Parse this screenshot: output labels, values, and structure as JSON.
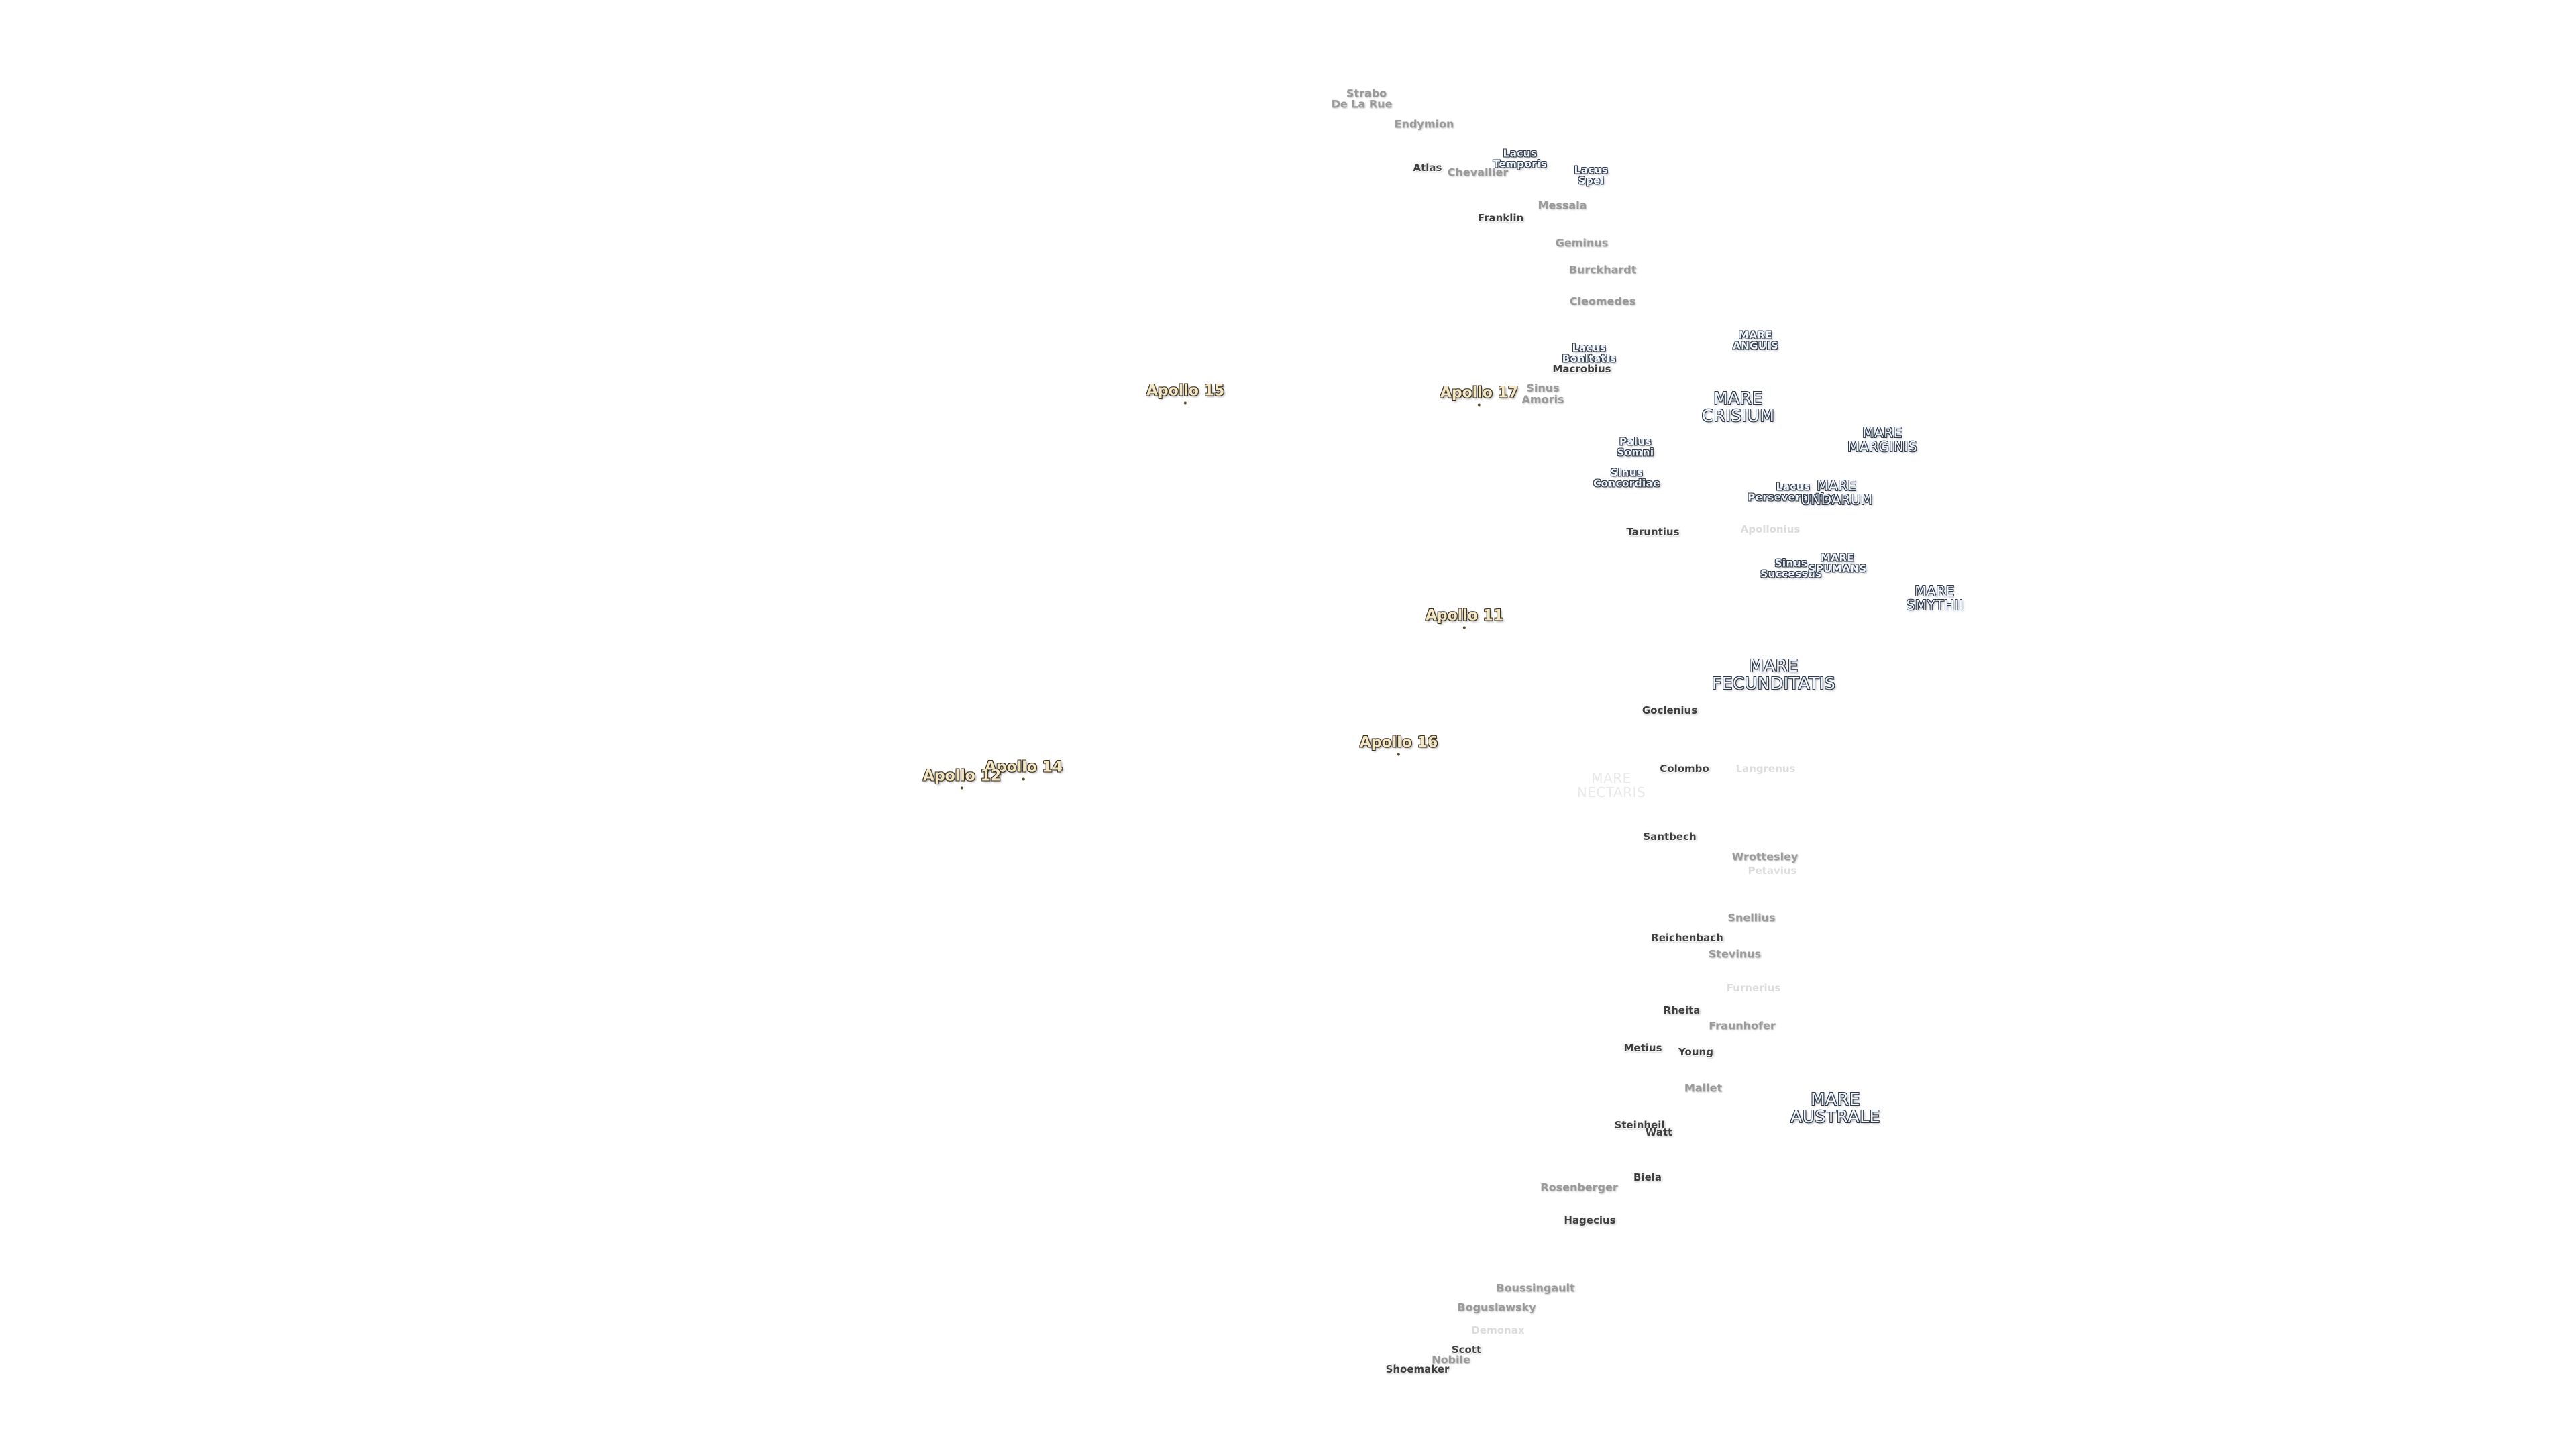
{
  "labels": [
    {
      "id": "strabo",
      "text": "Strabo",
      "kind": "crater",
      "style": "far"
    },
    {
      "id": "de-la-rue",
      "text": "De La Rue",
      "kind": "crater",
      "style": "far"
    },
    {
      "id": "endymion",
      "text": "Endymion",
      "kind": "crater",
      "style": "far"
    },
    {
      "id": "atlas",
      "text": "Atlas",
      "kind": "crater",
      "style": "near"
    },
    {
      "id": "chevallier",
      "text": "Chevallier",
      "kind": "crater",
      "style": "far"
    },
    {
      "id": "lacus-temporis",
      "text": "Lacus\nTemporis",
      "kind": "mare",
      "style": "small"
    },
    {
      "id": "lacus-spei",
      "text": "Lacus\nSpei",
      "kind": "mare",
      "style": "small"
    },
    {
      "id": "messala",
      "text": "Messala",
      "kind": "crater",
      "style": "far"
    },
    {
      "id": "franklin",
      "text": "Franklin",
      "kind": "crater",
      "style": "near"
    },
    {
      "id": "geminus",
      "text": "Geminus",
      "kind": "crater",
      "style": "far"
    },
    {
      "id": "burckhardt",
      "text": "Burckhardt",
      "kind": "crater",
      "style": "far"
    },
    {
      "id": "cleomedes",
      "text": "Cleomedes",
      "kind": "crater",
      "style": "far"
    },
    {
      "id": "mare-anguis",
      "text": "MARE\nANGUIS",
      "kind": "mare",
      "style": "small"
    },
    {
      "id": "lacus-bonitatis",
      "text": "Lacus\nBonitatis",
      "kind": "mare",
      "style": "small"
    },
    {
      "id": "macrobius",
      "text": "Macrobius",
      "kind": "crater",
      "style": "near"
    },
    {
      "id": "apollo-15",
      "text": "Apollo 15",
      "kind": "apollo"
    },
    {
      "id": "apollo-17",
      "text": "Apollo 17",
      "kind": "apollo"
    },
    {
      "id": "sinus-amoris",
      "text": "Sinus\nAmoris",
      "kind": "crater",
      "style": "far"
    },
    {
      "id": "mare-crisium",
      "text": "MARE\nCRISIUM",
      "kind": "mare",
      "style": "large"
    },
    {
      "id": "mare-marginis",
      "text": "MARE\nMARGINIS",
      "kind": "mare",
      "style": "medium"
    },
    {
      "id": "palus-somni",
      "text": "Palus\nSomni",
      "kind": "mare",
      "style": "small"
    },
    {
      "id": "sinus-concordiae",
      "text": "Sinus\nConcordiae",
      "kind": "mare",
      "style": "small"
    },
    {
      "id": "lacus-perseverantiae",
      "text": "Lacus\nPerseverantiae",
      "kind": "mare",
      "style": "small"
    },
    {
      "id": "mare-undarum",
      "text": "MARE\nUNDARUM",
      "kind": "mare",
      "style": "medium"
    },
    {
      "id": "taruntius",
      "text": "Taruntius",
      "kind": "crater",
      "style": "near"
    },
    {
      "id": "apollonius",
      "text": "Apollonius",
      "kind": "crater",
      "style": "faint"
    },
    {
      "id": "sinus-successus",
      "text": "Sinus\nSuccessus",
      "kind": "mare",
      "style": "small"
    },
    {
      "id": "mare-spumans",
      "text": "MARE\nSPUMANS",
      "kind": "mare",
      "style": "small"
    },
    {
      "id": "mare-smythii",
      "text": "MARE\nSMYTHII",
      "kind": "mare",
      "style": "medium"
    },
    {
      "id": "apollo-11",
      "text": "Apollo 11",
      "kind": "apollo"
    },
    {
      "id": "mare-fecunditatis",
      "text": "MARE\nFECUNDITATIS",
      "kind": "mare",
      "style": "large"
    },
    {
      "id": "goclenius",
      "text": "Goclenius",
      "kind": "crater",
      "style": "near"
    },
    {
      "id": "apollo-16",
      "text": "Apollo 16",
      "kind": "apollo"
    },
    {
      "id": "apollo-14",
      "text": "Apollo 14",
      "kind": "apollo"
    },
    {
      "id": "apollo-12",
      "text": "Apollo 12",
      "kind": "apollo"
    },
    {
      "id": "mare-nectaris",
      "text": "MARE\nNECTARIS",
      "kind": "mare",
      "style": "faint"
    },
    {
      "id": "colombo",
      "text": "Colombo",
      "kind": "crater",
      "style": "near"
    },
    {
      "id": "langrenus",
      "text": "Langrenus",
      "kind": "crater",
      "style": "faint"
    },
    {
      "id": "santbech",
      "text": "Santbech",
      "kind": "crater",
      "style": "near"
    },
    {
      "id": "wrottesley",
      "text": "Wrottesley",
      "kind": "crater",
      "style": "far"
    },
    {
      "id": "petavius",
      "text": "Petavius",
      "kind": "crater",
      "style": "faint"
    },
    {
      "id": "snellius",
      "text": "Snellius",
      "kind": "crater",
      "style": "far"
    },
    {
      "id": "reichenbach",
      "text": "Reichenbach",
      "kind": "crater",
      "style": "near"
    },
    {
      "id": "stevinus",
      "text": "Stevinus",
      "kind": "crater",
      "style": "far"
    },
    {
      "id": "furnerius",
      "text": "Furnerius",
      "kind": "crater",
      "style": "faint"
    },
    {
      "id": "rheita",
      "text": "Rheita",
      "kind": "crater",
      "style": "near"
    },
    {
      "id": "fraunhofer",
      "text": "Fraunhofer",
      "kind": "crater",
      "style": "far"
    },
    {
      "id": "metius",
      "text": "Metius",
      "kind": "crater",
      "style": "near"
    },
    {
      "id": "young",
      "text": "Young",
      "kind": "crater",
      "style": "near"
    },
    {
      "id": "mallet",
      "text": "Mallet",
      "kind": "crater",
      "style": "far"
    },
    {
      "id": "mare-australe",
      "text": "MARE\nAUSTRALE",
      "kind": "mare",
      "style": "large"
    },
    {
      "id": "steinheil",
      "text": "Steinheil",
      "kind": "crater",
      "style": "near"
    },
    {
      "id": "watt",
      "text": "Watt",
      "kind": "crater",
      "style": "near"
    },
    {
      "id": "biela",
      "text": "Biela",
      "kind": "crater",
      "style": "near"
    },
    {
      "id": "rosenberger",
      "text": "Rosenberger",
      "kind": "crater",
      "style": "far"
    },
    {
      "id": "hagecius",
      "text": "Hagecius",
      "kind": "crater",
      "style": "near"
    },
    {
      "id": "boussingault",
      "text": "Boussingault",
      "kind": "crater",
      "style": "far"
    },
    {
      "id": "boguslawsky",
      "text": "Boguslawsky",
      "kind": "crater",
      "style": "far"
    },
    {
      "id": "demonax",
      "text": "Demonax",
      "kind": "crater",
      "style": "faint"
    },
    {
      "id": "scott",
      "text": "Scott",
      "kind": "crater",
      "style": "near"
    },
    {
      "id": "nobile",
      "text": "Nobile",
      "kind": "crater",
      "style": "far"
    },
    {
      "id": "shoemaker",
      "text": "Shoemaker",
      "kind": "crater",
      "style": "near"
    }
  ]
}
